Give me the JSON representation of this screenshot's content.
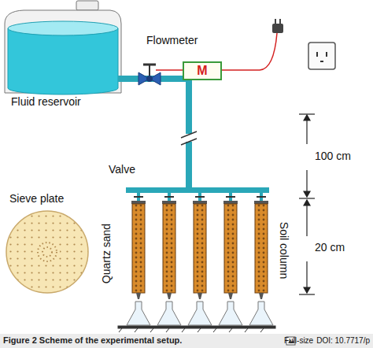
{
  "diagram": {
    "caption": "Figure 2 Scheme of the experimental setup.",
    "nodes": [
      {
        "text": [
          "M"
        ]
      }
    ],
    "labels": [
      "Fluid reservoir",
      "Flowmeter",
      "Valve",
      "100 cm",
      "20 cm",
      "Sieve plate",
      "Quartz sand",
      "Soil column",
      "Full-size",
      "DOI: 10.7717/p"
    ]
  }
}
